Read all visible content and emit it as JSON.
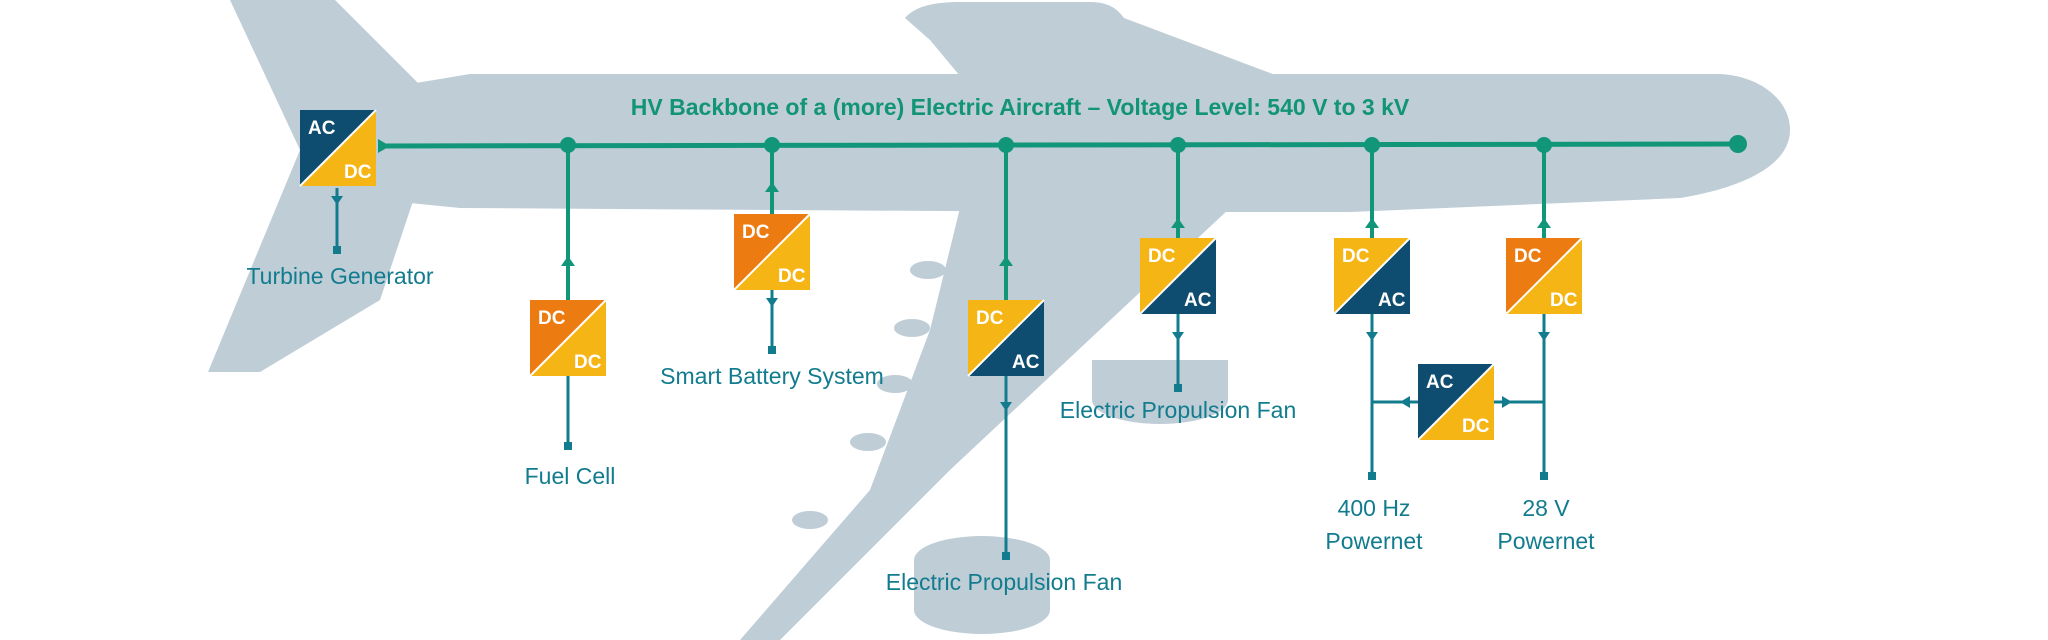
{
  "title": "HV Backbone of a (more) Electric Aircraft – Voltage Level: 540 V to 3 kV",
  "colors": {
    "fuselage": "#bfcdd7",
    "bus": "#12967a",
    "label": "#127c8e",
    "navy": "#0f4d70",
    "yellow": "#f5b515",
    "orange": "#ec7c11",
    "white": "#ffffff"
  },
  "converters": {
    "turbine": {
      "top": "AC",
      "bottom": "DC"
    },
    "fuel_cell": {
      "top": "DC",
      "bottom": "DC"
    },
    "battery": {
      "top": "DC",
      "bottom": "DC"
    },
    "fan_center": {
      "top": "DC",
      "bottom": "AC"
    },
    "fan_right": {
      "top": "DC",
      "bottom": "AC"
    },
    "powernet_400": {
      "top": "DC",
      "bottom": "AC"
    },
    "powernet_28": {
      "top": "DC",
      "bottom": "DC"
    },
    "tie": {
      "top": "AC",
      "bottom": "DC"
    }
  },
  "labels": {
    "turbine_generator": "Turbine Generator",
    "fuel_cell": "Fuel Cell",
    "smart_battery": "Smart Battery System",
    "fan_center": "Electric Propulsion Fan",
    "fan_right": "Electric Propulsion Fan",
    "powernet_400_line1": "400 Hz",
    "powernet_400_line2": "Powernet",
    "powernet_28_line1": "28 V",
    "powernet_28_line2": "Powernet"
  }
}
